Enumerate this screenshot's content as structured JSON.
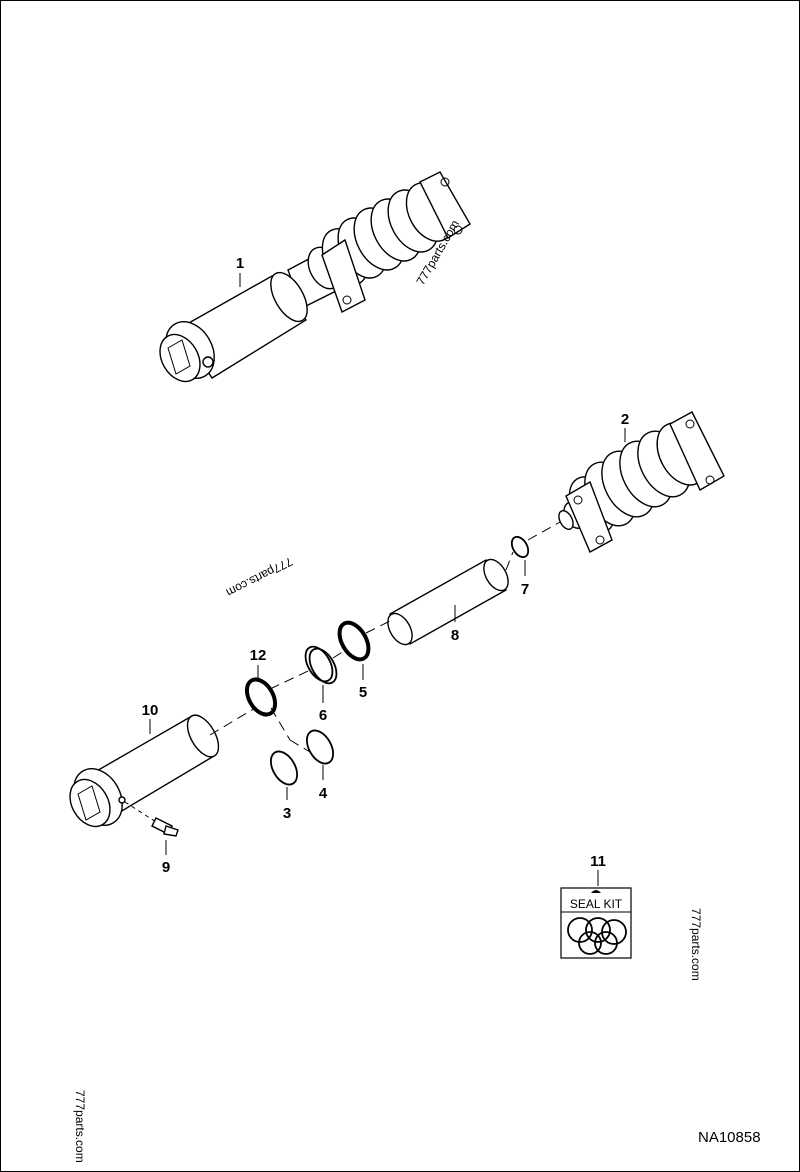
{
  "callouts": {
    "c1": "1",
    "c2": "2",
    "c3": "3",
    "c4": "4",
    "c5": "5",
    "c6": "6",
    "c7": "7",
    "c8": "8",
    "c9": "9",
    "c10": "10",
    "c11": "11",
    "c12": "12"
  },
  "seal_kit_label": "SEAL KIT",
  "watermarks": {
    "top": "777parts.com",
    "middle": "777parts.com",
    "right": "777parts.com",
    "bottom_left": "777parts.com"
  },
  "drawing_number": "NA10858"
}
